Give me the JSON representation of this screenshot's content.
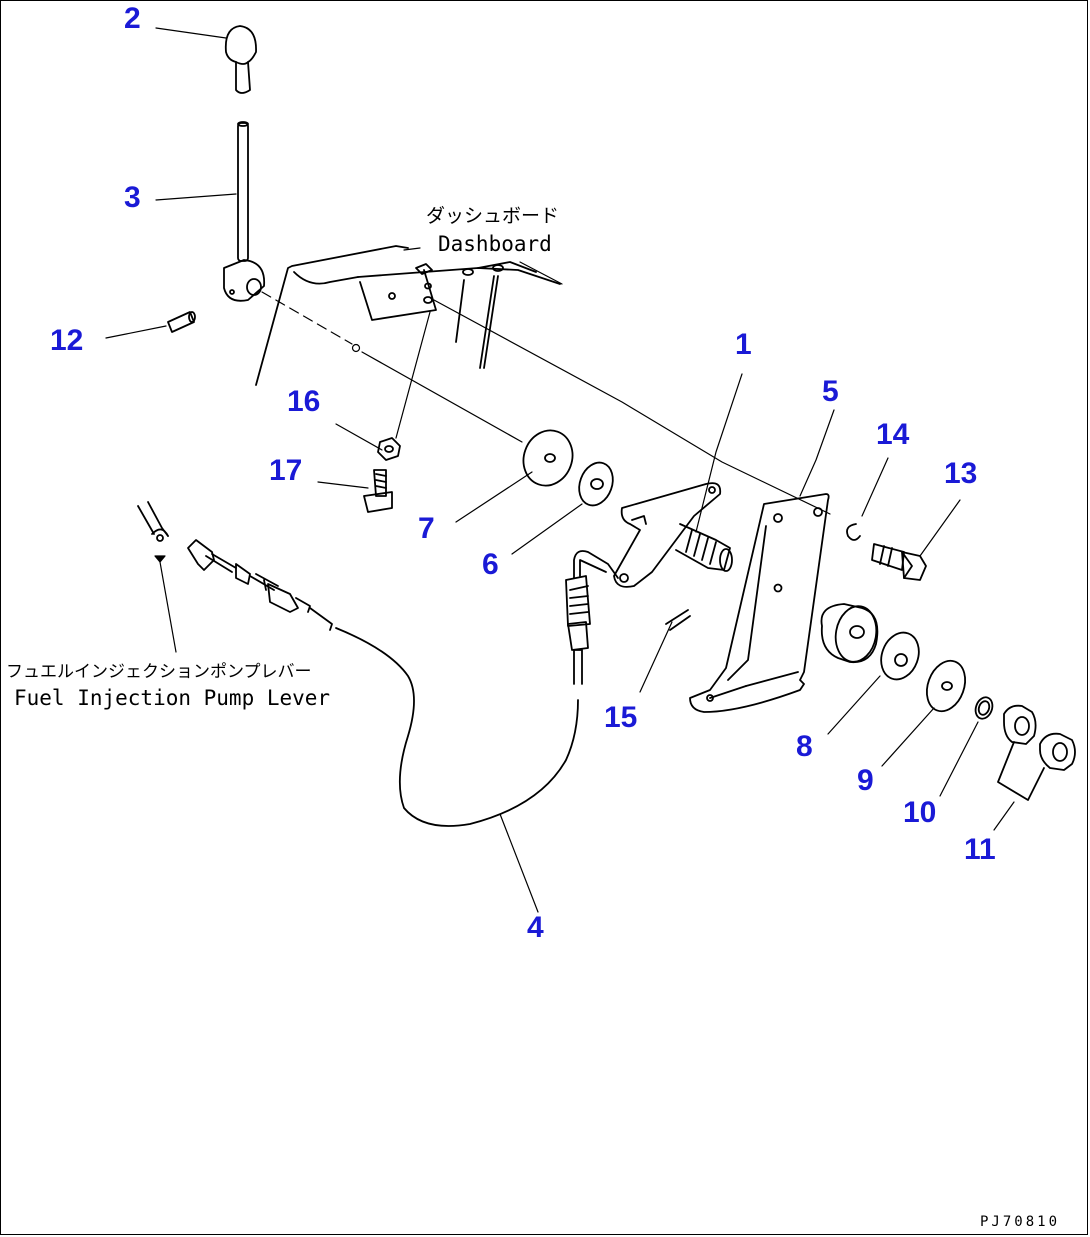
{
  "labels": {
    "dashboard_jp": "ダッシュボード",
    "dashboard_en": "Dashboard",
    "pump_lever_jp": "フュエルインジェクションポンプレバー",
    "pump_lever_en": "Fuel Injection Pump Lever",
    "drawing_code": "PJ70810"
  },
  "callouts": [
    "1",
    "2",
    "3",
    "4",
    "5",
    "6",
    "7",
    "8",
    "9",
    "10",
    "11",
    "12",
    "13",
    "14",
    "15",
    "16",
    "17"
  ],
  "colors": {
    "callout": "#1a1ad6",
    "line": "#000000"
  }
}
